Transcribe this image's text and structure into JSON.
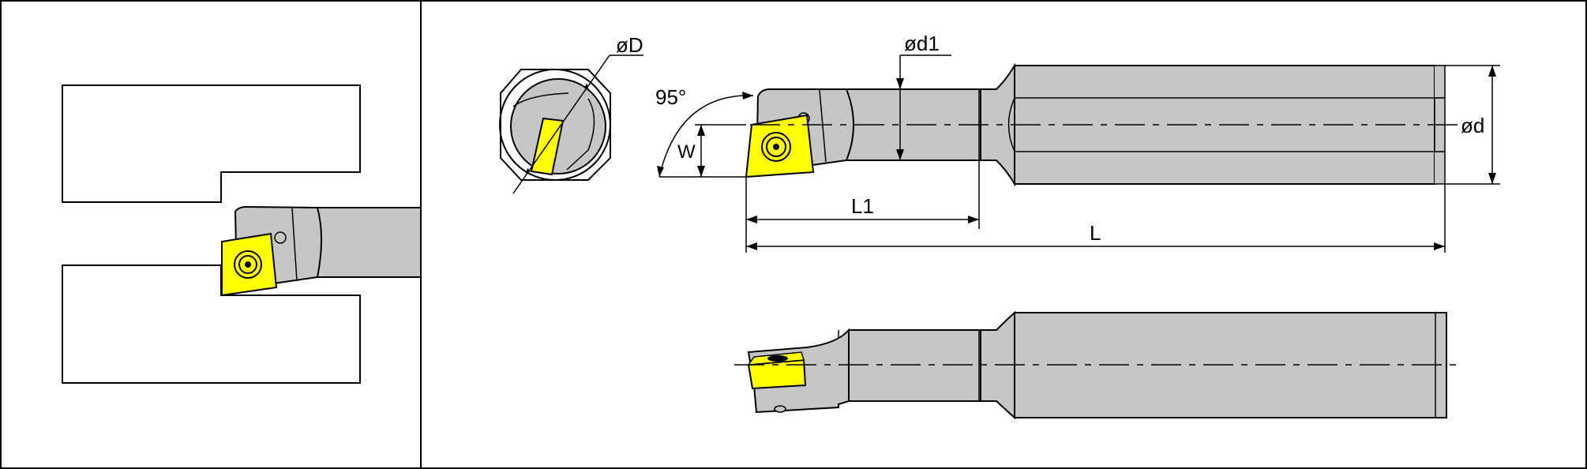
{
  "labels": {
    "angle": "95°",
    "dim_D": "øD",
    "dim_d1": "ød1",
    "dim_d": "ød",
    "dim_W": "W",
    "dim_L1": "L1",
    "dim_L": "L"
  },
  "colors": {
    "body": "#c6c6c6",
    "insert": "#ffff00",
    "line": "#000000",
    "background": "#ffffff"
  },
  "icons": {
    "insert_screw": "torx-screw-icon",
    "clamp": "clamp-screw-icon"
  }
}
